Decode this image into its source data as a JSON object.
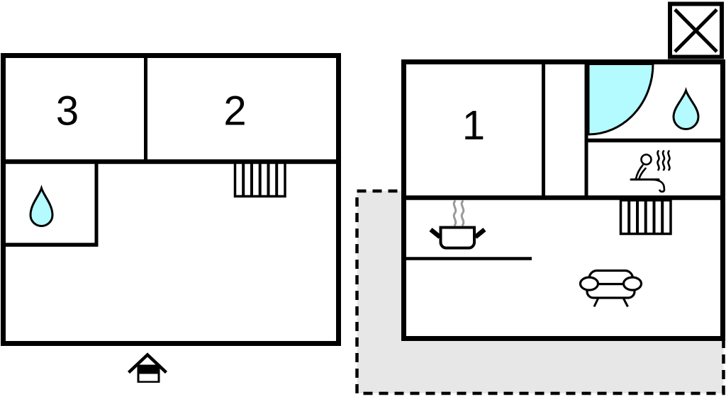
{
  "floorplan": {
    "rooms": {
      "room1": "1",
      "room2": "2",
      "room3": "3"
    },
    "colors": {
      "wall": "#000000",
      "water": "#b3fbff",
      "terrace_fill": "#e7e7e7",
      "steam": "#9a9a9a"
    },
    "icons": [
      "water-drop-icon",
      "shower-quarter-icon",
      "sauna-person-icon",
      "stairs-icon",
      "cooking-pot-icon",
      "steam-lines-icon",
      "sofa-icon",
      "house-icon",
      "x-box-icon"
    ]
  }
}
